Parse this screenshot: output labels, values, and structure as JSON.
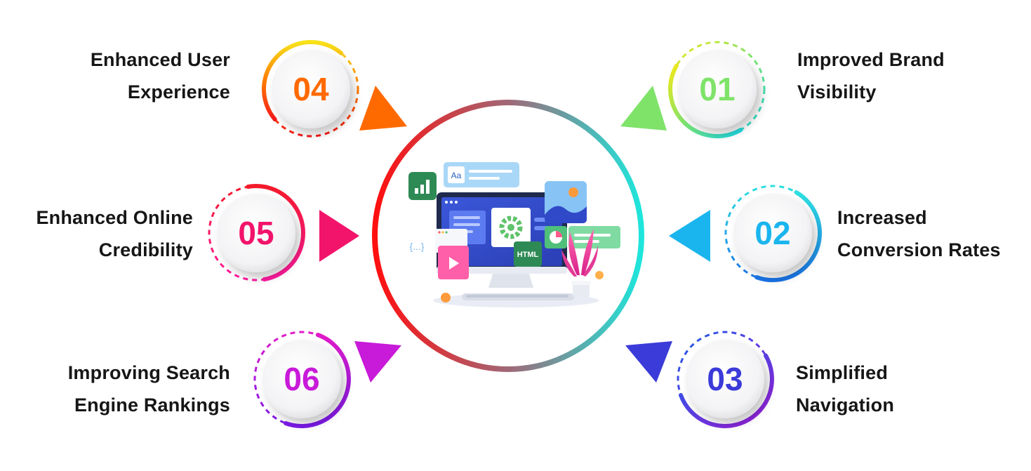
{
  "colors": {
    "item_01": "#7fe36a",
    "item_02": "#1ab5ee",
    "item_03": "#3b3bd9",
    "item_04": "#ff6a00",
    "item_05": "#f2146b",
    "item_06": "#c81ad9",
    "ring_gradient": [
      "#e8191c",
      "#a05a7a",
      "#25e2de"
    ]
  },
  "items": [
    {
      "number": "01",
      "line1": "Improved Brand",
      "line2": "Visibility",
      "icon": "triangle-pointer-icon"
    },
    {
      "number": "02",
      "line1": "Increased",
      "line2": "Conversion Rates",
      "icon": "triangle-pointer-icon"
    },
    {
      "number": "03",
      "line1": "Simplified",
      "line2": "Navigation",
      "icon": "triangle-pointer-icon"
    },
    {
      "number": "04",
      "line1": "Enhanced User",
      "line2": "Experience",
      "icon": "triangle-pointer-icon"
    },
    {
      "number": "05",
      "line1": "Enhanced Online",
      "line2": "Credibility",
      "icon": "triangle-pointer-icon"
    },
    {
      "number": "06",
      "line1": "Improving Search",
      "line2": "Engine Rankings",
      "icon": "triangle-pointer-icon"
    }
  ],
  "center_illustration": {
    "icon": "web-design-monitor-icon",
    "font_badge": "Aa",
    "code_badge": "{...}",
    "html_badge": "HTML"
  }
}
